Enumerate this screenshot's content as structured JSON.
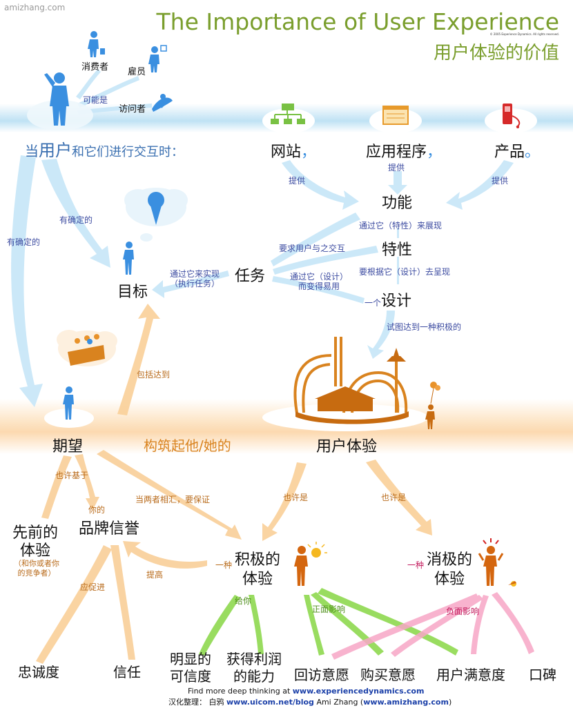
{
  "watermark": "amizhang.com",
  "header": {
    "title": "The Importance of User Experience",
    "copyright": "© 2005 Experience Dynamics. All rights reserved.",
    "subtitle": "用户体验的价值"
  },
  "users": {
    "consumer": "消费者",
    "employee": "雇员",
    "visitor": "访问者",
    "may_be": "可能是",
    "headline_prefix": "当",
    "headline_user": "用户",
    "headline_suffix": "和它们进行交互时："
  },
  "channels": {
    "website": "网站",
    "application": "应用程序",
    "product": "产品",
    "comma1": "，",
    "comma2": "，",
    "period": "。",
    "provide1": "提供",
    "provide2": "提供",
    "provide3": "提供"
  },
  "core": {
    "function": "功能",
    "feature": "特性",
    "design": "设计",
    "task": "任务",
    "goal": "目标",
    "via_feature": "通过它（特性）来展现",
    "requires_interact": "要求用户与之交互",
    "present_by_design": "要根据它（设计）去呈现",
    "easy_by_design": "通过它（设计）\n而变得易用",
    "a_design": "一个",
    "achieve_task": "通过它来实现\n（执行任务）",
    "try_positive": "试图达到一种积极的",
    "definite1": "有确定的",
    "definite2": "有确定的",
    "include": "包括达到"
  },
  "experience": {
    "expectation": "期望",
    "builds": "构筑起他/她的",
    "ux": "用户体验",
    "maybe_based": "也许基于",
    "your": "你的",
    "brand": "品牌信誉",
    "prior": "先前的\n体验",
    "prior_note": "（和你或者你\n的竞争者）",
    "when_meet": "当两者相汇，要保证",
    "maybe1": "也许是",
    "maybe2": "也许是",
    "a_kind1": "一种",
    "a_kind2": "一种",
    "positive": "积极的\n体验",
    "negative": "消极的\n体验",
    "promote": "应促进",
    "improve": "提高",
    "give_you": "给你",
    "pos_impact": "正面影响",
    "neg_impact": "负面影响"
  },
  "outcomes": {
    "loyalty": "忠诚度",
    "trust": "信任",
    "credibility": "明显的\n可信度",
    "profit": "获得利润\n的能力",
    "revisit": "回访意愿",
    "purchase": "购买意愿",
    "satisfaction": "用户满意度",
    "word_of_mouth": "口碑"
  },
  "footer": {
    "line1_prefix": "Find more deep thinking at",
    "line1_link": "www.experiencedynamics.com",
    "line2_prefix": "汉化整理：  白鸦",
    "line2_link1": "www.uicom.net/blog",
    "line2_mid": "Ami Zhang (",
    "line2_link2": "www.amizhang.com",
    "line2_suffix": ")"
  },
  "colors": {
    "title_green": "#7a9e2d",
    "blue_arrow": "#c8e6f8",
    "orange_arrow": "#f8c98a",
    "green_arrow": "#7ccf3a",
    "pink_arrow": "#f4a1c1",
    "figure_blue": "#3a8fe0",
    "figure_orange": "#d46a10"
  }
}
